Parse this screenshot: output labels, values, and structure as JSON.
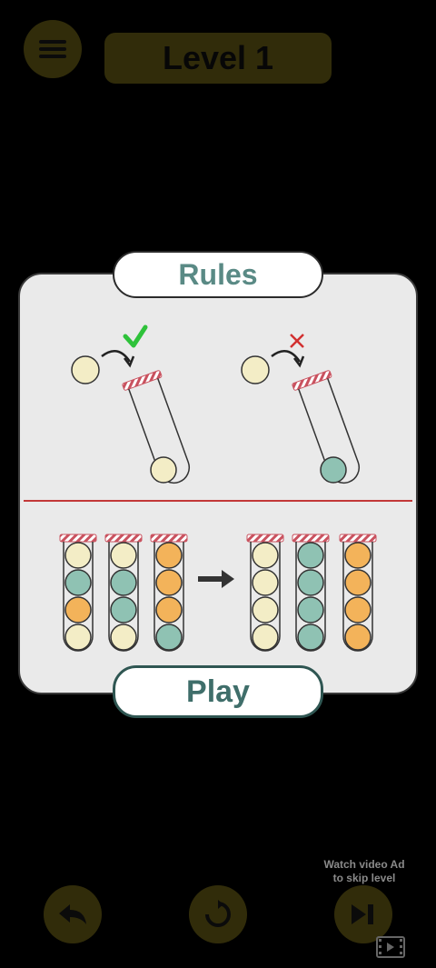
{
  "header": {
    "level_label": "Level 1"
  },
  "rules": {
    "title": "Rules",
    "valid_mark": "✓",
    "invalid_mark": "×"
  },
  "play_label": "Play",
  "ad": {
    "line1": "Watch video Ad",
    "line2": "to skip level"
  },
  "colors": {
    "cream": "#f3edc6",
    "teal": "#8fc2b3",
    "orange": "#f3b35a",
    "tube_cap": "#c9525f",
    "check": "#2ec23a",
    "cross": "#d23030",
    "divider": "#c23838",
    "accent_yellow": "#e0c82e"
  },
  "icons": [
    "menu-icon",
    "undo-icon",
    "restart-icon",
    "skip-icon",
    "video-icon"
  ]
}
